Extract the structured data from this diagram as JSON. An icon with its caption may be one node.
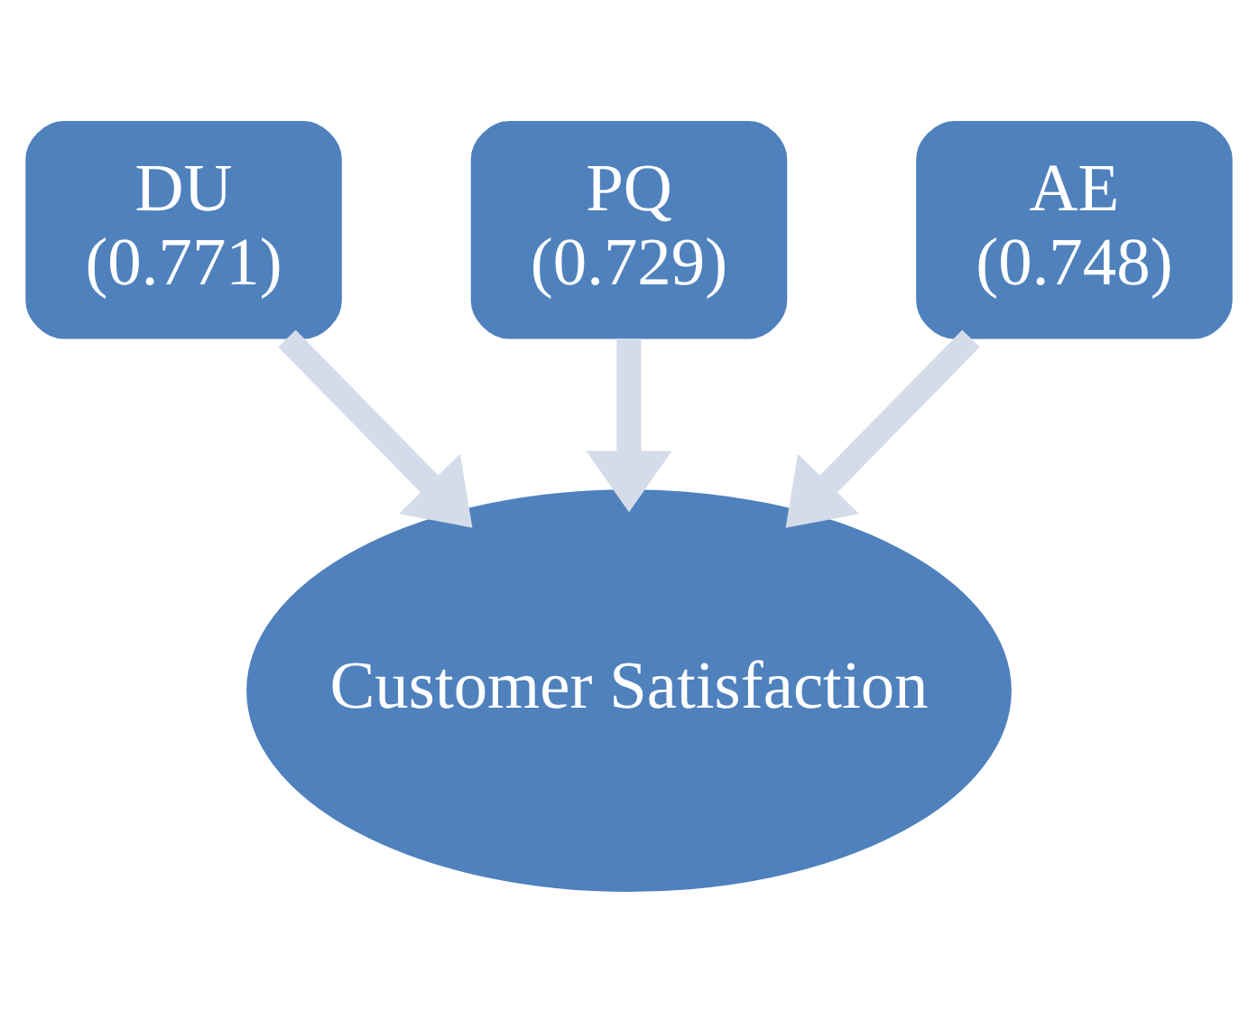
{
  "diagram": {
    "nodes": [
      {
        "text": [
          "PQ",
          "(0.729)"
        ]
      },
      {
        "text": [
          "DU",
          "(0.771)"
        ]
      },
      {
        "text": [
          "AE",
          "(0.748)"
        ]
      },
      {
        "text": [
          "Customer Satisfaction"
        ]
      }
    ],
    "edges": [
      {
        "from": 1,
        "to": 3,
        "arrow": "to"
      },
      {
        "from": 0,
        "to": 3,
        "arrow": "to"
      },
      {
        "from": 2,
        "to": 3,
        "arrow": "to"
      }
    ]
  }
}
